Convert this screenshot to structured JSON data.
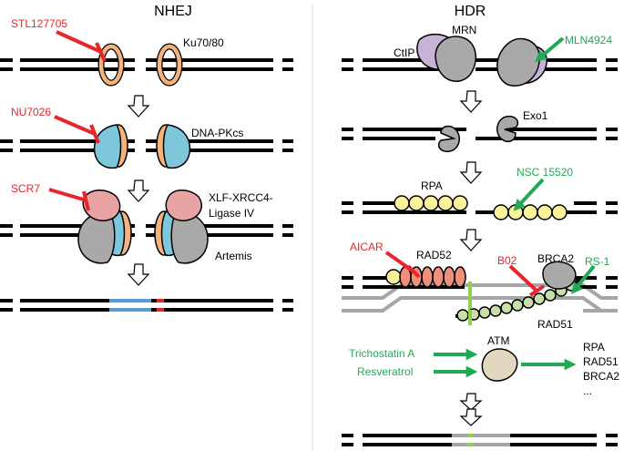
{
  "colors": {
    "inhibitor": "#e8252a",
    "activator": "#23a955",
    "ku": "#f4b27d",
    "dnapkcs": "#7ec6da",
    "ligase": "#e8a3a3",
    "artemis": "#a9a9a9",
    "mrn_grey": "#a9a9a9",
    "ctip": "#c7b3d8",
    "rpa": "#fbf39c",
    "rad52": "#f08f7c",
    "rad51": "#c8dfa8",
    "atm": "#e0d9c0",
    "repair_blue": "#5b9bd5",
    "donor_grey": "#a6a6a6",
    "dna": "#000000"
  },
  "nhej": {
    "title": "NHEJ",
    "labels": {
      "ku": "Ku70/80",
      "dnapkcs": "DNA-PKcs",
      "ligase_line1": "XLF-XRCC4-",
      "ligase_line2": "Ligase IV",
      "artemis": "Artemis"
    },
    "inhibitors": {
      "stl": "STL127705",
      "nu": "NU7026",
      "scr": "SCR7"
    }
  },
  "hdr": {
    "title": "HDR",
    "labels": {
      "ctip": "CtIP",
      "mrn": "MRN",
      "exo1": "Exo1",
      "rpa": "RPA",
      "rad52": "RAD52",
      "brca2": "BRCA2",
      "rad51": "RAD51",
      "atm": "ATM",
      "targets": [
        "RPA",
        "RAD51",
        "BRCA2",
        "..."
      ]
    },
    "inhibitors": {
      "aicar": "AICAR",
      "b02": "B02"
    },
    "activators": {
      "mln": "MLN4924",
      "nsc": "NSC 15520",
      "rs1": "RS-1",
      "tsa": "Trichostatin A",
      "resv": "Resveratrol"
    }
  }
}
